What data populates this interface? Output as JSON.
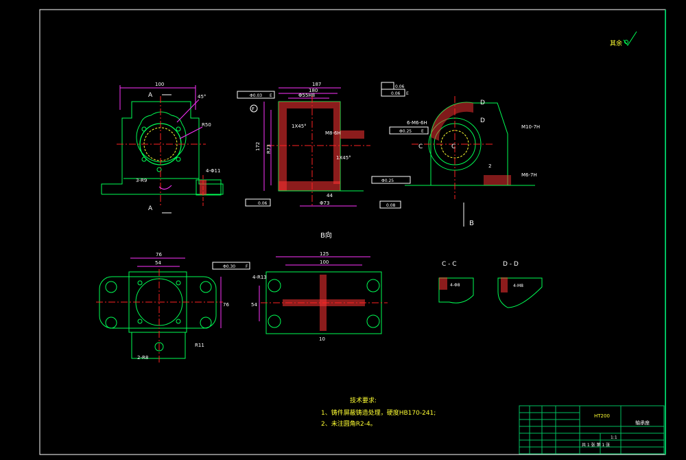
{
  "colors": {
    "background": "#000000",
    "frame": "#00c060",
    "outline": "#ffffff",
    "body": "#00ff55",
    "dimension": "#ff33ff",
    "centerline": "#ff2222",
    "hatch": "#ff3333",
    "hidden": "#ffff33",
    "notes": "#ffff44",
    "stamp": "#ffffff"
  },
  "roughness_note": "其余",
  "views": {
    "front": {
      "dim_top": "100",
      "section_mark": "A",
      "angle": "45°",
      "radius": "R50",
      "hole_note": "3-R9",
      "side_hole": "4-Φ11"
    },
    "section_ab": {
      "dim_top": "187",
      "dim_sub": "180",
      "bore_dim": "Φ55H8",
      "left_dim_1": "172",
      "left_dim_2": "R73",
      "chamfer_1": "1X45°",
      "chamfer_2": "1X45°",
      "thread": "M8-6H",
      "bottom_dim": "Φ73",
      "bottom_mid": "44",
      "tol_flat_top": "0.06",
      "tol_perp_top": "0.06",
      "tol_perp_left": "Φ0.03",
      "tol_flat_bottom": "0.06",
      "tol_perp_bottom": "0.08",
      "datum_e": "E",
      "datum_f": "F",
      "view_label": "B向"
    },
    "side": {
      "letter_d1": "D",
      "letter_d2": "D",
      "letter_c1": "C",
      "letter_c2": "C",
      "hole_note": "6-M6-6H",
      "position_tol": "Φ0.25",
      "datum": "E",
      "right_note": "M10-7H",
      "small_note": "M6-7H",
      "bottom_tol": "Φ0.25",
      "dim_2": "2",
      "arrow_label": "B"
    },
    "top": {
      "dim_top": "76",
      "dim_inner": "54",
      "tol": "Φ0.30",
      "datum": "F",
      "right_dim": "76",
      "hole_note": "R11",
      "corner_note": "2-R8"
    },
    "bottom": {
      "dim_top": "125",
      "dim_inner": "100",
      "hole_note": "4-R13",
      "left_dim": "54",
      "rib": "10"
    },
    "section_cc": {
      "label": "C - C",
      "hole": "4-Φ8"
    },
    "section_dd": {
      "label": "D - D",
      "hole": "4-M8"
    }
  },
  "notes": {
    "title": "技术要求:",
    "line1": "1、铸件屏蔽铸造处理，硬度HB170-241;",
    "line2": "2、未注圆角R2-4。"
  },
  "title_block": {
    "material": "HT200",
    "name": "轴承座",
    "scale": "1:1",
    "sheet": "共 1 张   第 1 张"
  }
}
